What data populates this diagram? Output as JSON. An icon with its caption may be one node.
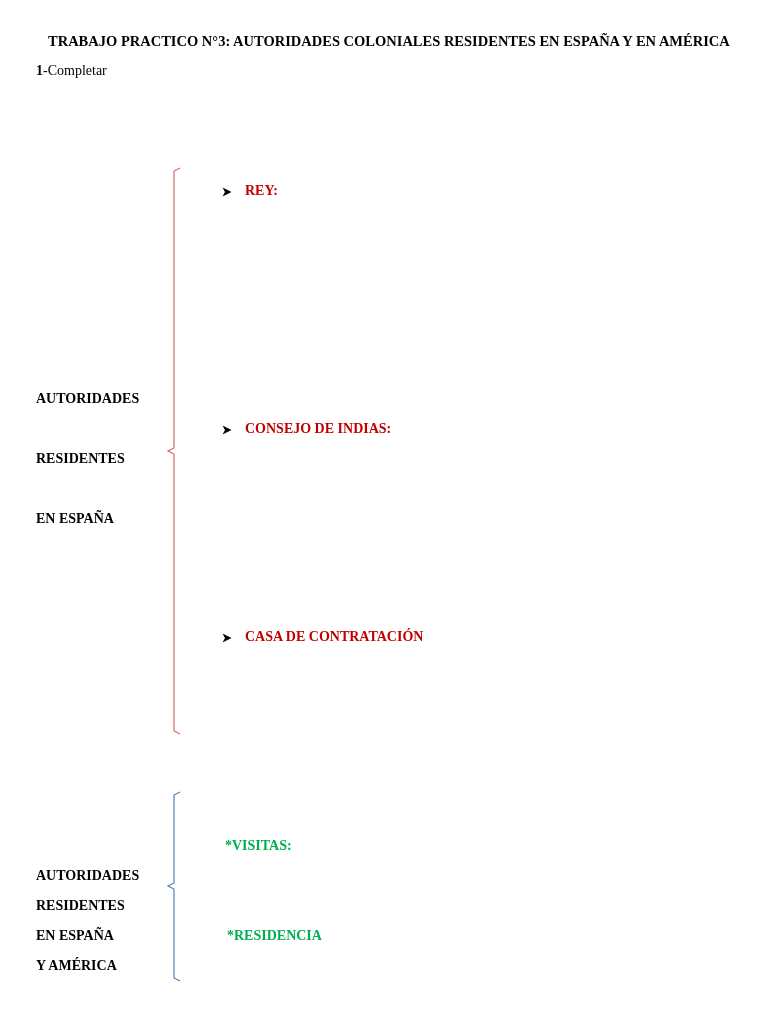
{
  "diagram": {
    "title": "TRABAJO PRACTICO N°3: AUTORIDADES COLONIALES RESIDENTES EN ESPAÑA Y EN AMÉRICA",
    "labels": [
      "**1**-Completar",
      "REY:",
      "AUTORIDADES",
      "CONSEJO DE INDIAS:",
      "RESIDENTES",
      "EN ESPAÑA",
      "CASA DE CONTRATACIÓN",
      "*VISITAS:",
      "AUTORIDADES",
      "RESIDENTES",
      "EN ESPAÑA",
      "*RESIDENCIA",
      "Y AMÉRICA"
    ]
  }
}
